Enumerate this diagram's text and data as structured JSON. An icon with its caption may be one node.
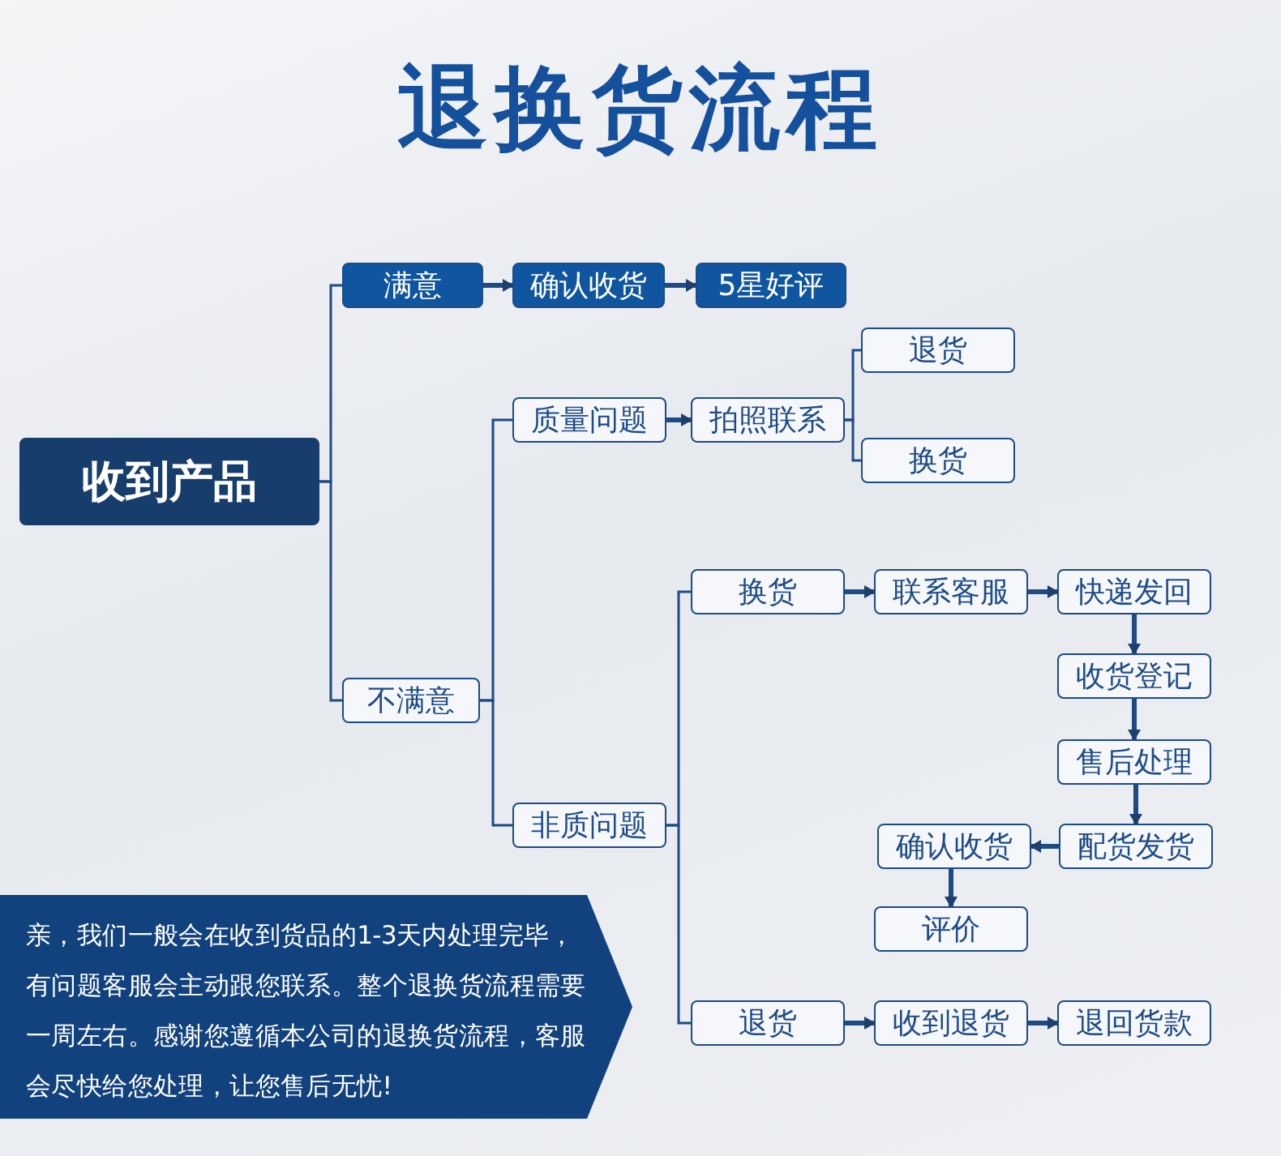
{
  "diagram": {
    "title": "退换货流程",
    "nodes": [
      {
        "text": [
          "收到产品"
        ]
      },
      {
        "text": [
          "满意"
        ]
      },
      {
        "text": [
          "确认收货"
        ]
      },
      {
        "text": [
          "5星好评"
        ]
      },
      {
        "text": [
          "质量问题"
        ]
      },
      {
        "text": [
          "拍照联系"
        ]
      },
      {
        "text": [
          "退货"
        ]
      },
      {
        "text": [
          "换货"
        ]
      },
      {
        "text": [
          "不满意"
        ]
      },
      {
        "text": [
          "非质问题"
        ]
      },
      {
        "text": [
          "换货"
        ]
      },
      {
        "text": [
          "联系客服"
        ]
      },
      {
        "text": [
          "快递发回"
        ]
      },
      {
        "text": [
          "收货登记"
        ]
      },
      {
        "text": [
          "售后处理"
        ]
      },
      {
        "text": [
          "配货发货"
        ]
      },
      {
        "text": [
          "确认收货"
        ]
      },
      {
        "text": [
          "评价"
        ]
      },
      {
        "text": [
          "退货"
        ]
      },
      {
        "text": [
          "收到退货"
        ]
      },
      {
        "text": [
          "退回货款"
        ]
      }
    ],
    "edges": [
      {
        "from": 0,
        "to": 1,
        "arrow": "none"
      },
      {
        "from": 0,
        "to": 8,
        "arrow": "none"
      },
      {
        "from": 1,
        "to": 2,
        "arrow": "to"
      },
      {
        "from": 2,
        "to": 3,
        "arrow": "to"
      },
      {
        "from": 8,
        "to": 4,
        "arrow": "none"
      },
      {
        "from": 8,
        "to": 9,
        "arrow": "none"
      },
      {
        "from": 4,
        "to": 5,
        "arrow": "to"
      },
      {
        "from": 5,
        "to": 6,
        "arrow": "none"
      },
      {
        "from": 5,
        "to": 7,
        "arrow": "none"
      },
      {
        "from": 9,
        "to": 10,
        "arrow": "none"
      },
      {
        "from": 9,
        "to": 18,
        "arrow": "none"
      },
      {
        "from": 10,
        "to": 11,
        "arrow": "to"
      },
      {
        "from": 11,
        "to": 12,
        "arrow": "to"
      },
      {
        "from": 12,
        "to": 13,
        "arrow": "to"
      },
      {
        "from": 13,
        "to": 14,
        "arrow": "to"
      },
      {
        "from": 14,
        "to": 15,
        "arrow": "to"
      },
      {
        "from": 15,
        "to": 16,
        "arrow": "to"
      },
      {
        "from": 16,
        "to": 17,
        "arrow": "to"
      },
      {
        "from": 18,
        "to": 19,
        "arrow": "to"
      },
      {
        "from": 19,
        "to": 20,
        "arrow": "to"
      }
    ],
    "labels": [
      "亲，我们一般会在收到货品的1-3天内处理完毕，有问题客服会主动跟您联系。整个退换货流程需要一周左右。感谢您遵循本公司的退换货流程，客服会尽快给您处理，让您售后无忧!"
    ]
  }
}
